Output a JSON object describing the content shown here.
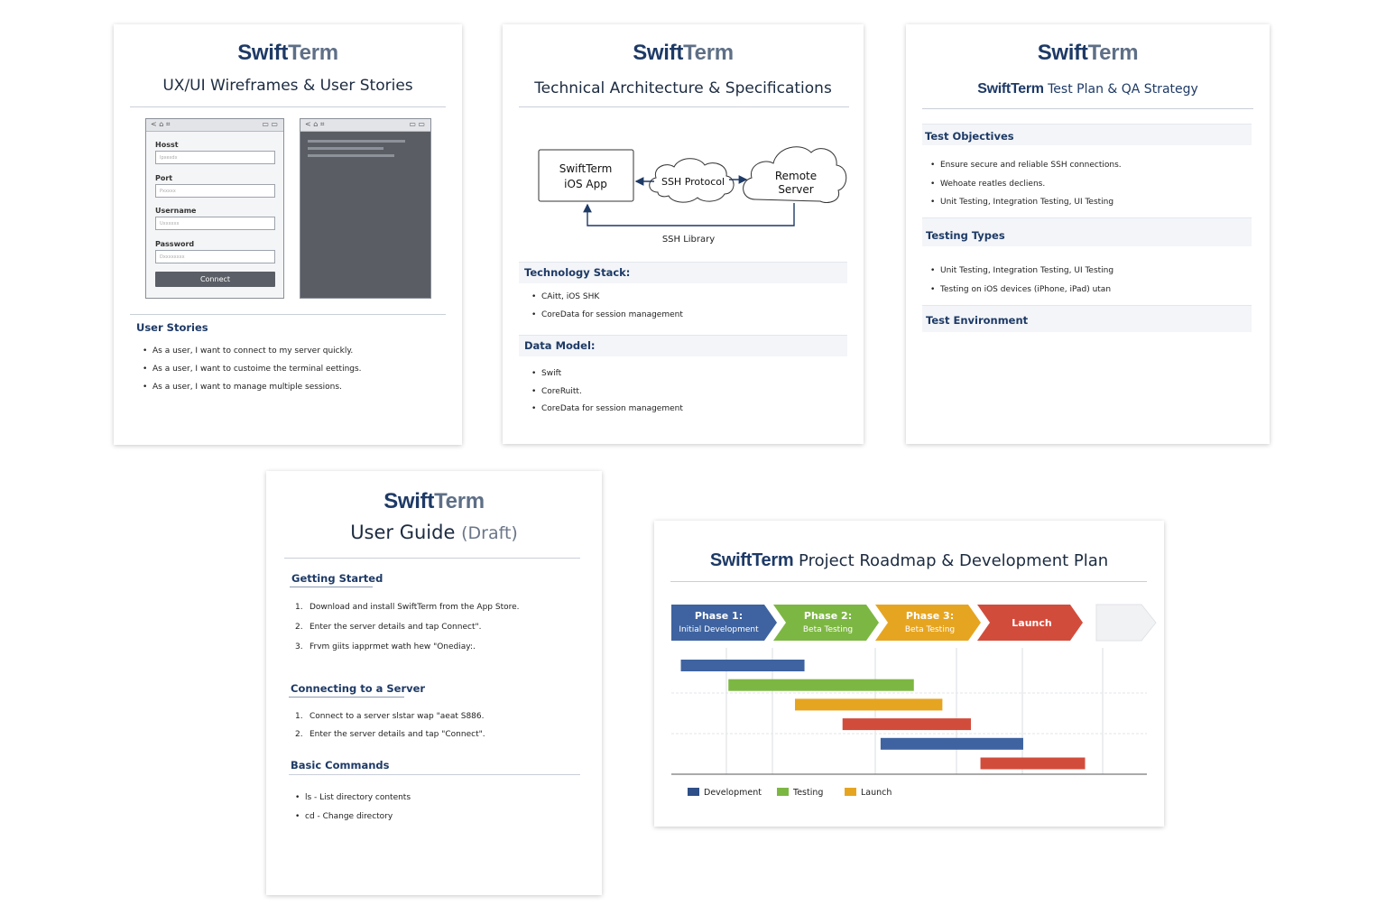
{
  "brand": {
    "part1": "Swift",
    "part2": "Term"
  },
  "wireframes": {
    "title": "UX/UI Wireframes & User Stories",
    "phone_bar_left": "< ⌂ ⌗",
    "phone_bar_right": "▭ ▭",
    "fields": [
      {
        "label": "Hosst",
        "placeholder": "Ipxexdx"
      },
      {
        "label": "Port",
        "placeholder": "Pxxxxx"
      },
      {
        "label": "Username",
        "placeholder": "Uxxxxxx"
      },
      {
        "label": "Password",
        "placeholder": "Dxxxxxxxx"
      }
    ],
    "connect_label": "Connect",
    "stories_heading": "User Stories",
    "stories": [
      "As a user, I want to connect to my server quickly.",
      "As a user, I want to custoime the terminal eettings.",
      "As a user, I want to manage multiple sessions."
    ]
  },
  "architecture": {
    "title": "Technical Architecture & Specifications",
    "box_app_line1": "SwiftTerm",
    "box_app_line2": "iOS App",
    "box_protocol": "SSH Protocol",
    "box_server_line1": "Remote",
    "box_server_line2": "Server",
    "library_label": "SSH Library",
    "stack_heading": "Technology Stack:",
    "stack_items": [
      "CAitt, iOS SHK",
      "CoreData for session management"
    ],
    "model_heading": "Data Model:",
    "model_items": [
      "Swift",
      "CoreRuitt.",
      "CoreData for session management"
    ]
  },
  "testplan": {
    "title_suffix": " Test Plan & QA Strategy",
    "objectives_heading": "Test Objectives",
    "objectives": [
      "Ensure secure and reliable SSH connections.",
      "Wehoate reatles decliens.",
      "Unit Testing, Integration Testing, UI Testing"
    ],
    "types_heading": "Testing Types",
    "types": [
      "Unit Testing, Integration Testing, UI Testing",
      "Testing on iOS devices (iPhone, iPad) utan"
    ],
    "env_heading": "Test Environment"
  },
  "guide": {
    "title": "User Guide",
    "title_suffix": "(Draft)",
    "getting_started_heading": "Getting Started",
    "getting_started": [
      {
        "n": "1.",
        "t": "Download and install SwiftTerm from the App Store."
      },
      {
        "n": "2.",
        "t": "Enter the server details and tap Connect\"."
      },
      {
        "n": "3.",
        "t": "Frvm giits iapprmet wath hew \"Onediay:."
      }
    ],
    "connecting_heading": "Connecting to a Server",
    "connecting": [
      {
        "n": "1.",
        "t": "Connect to a server slstar wap \"aeat S886."
      },
      {
        "n": "2.",
        "t": "Enter the server details and tap \"Connect\"."
      }
    ],
    "commands_heading": "Basic Commands",
    "commands": [
      "ls - List directory contents",
      "cd - Change directory"
    ]
  },
  "roadmap": {
    "title_suffix": " Project Roadmap & Development Plan",
    "phases": [
      {
        "line1": "Phase 1:",
        "line2": "Initial Development",
        "color": "#3e63a0"
      },
      {
        "line1": "Phase 2:",
        "line2": "Beta Testing",
        "color": "#7db743"
      },
      {
        "line1": "Phase 3:",
        "line2": "Beta Testing",
        "color": "#e6a521"
      },
      {
        "line1": "Launch",
        "line2": "",
        "color": "#d24c3c"
      }
    ],
    "legend": [
      {
        "label": "Development",
        "color": "#2e4f88"
      },
      {
        "label": "Testing",
        "color": "#7db743"
      },
      {
        "label": "Launch",
        "color": "#e6a521"
      }
    ]
  },
  "chart_data": {
    "type": "bar",
    "subtype": "gantt",
    "x_range": [
      0,
      100
    ],
    "series": [
      {
        "start": 2,
        "end": 28,
        "color": "#3e63a0"
      },
      {
        "start": 12,
        "end": 51,
        "color": "#7db743"
      },
      {
        "start": 26,
        "end": 57,
        "color": "#e6a521"
      },
      {
        "start": 36,
        "end": 63,
        "color": "#d24c3c"
      },
      {
        "start": 44,
        "end": 74,
        "color": "#3e63a0"
      },
      {
        "start": 65,
        "end": 87,
        "color": "#d24c3c"
      }
    ],
    "grid": true,
    "legend_position": "bottom-left"
  }
}
